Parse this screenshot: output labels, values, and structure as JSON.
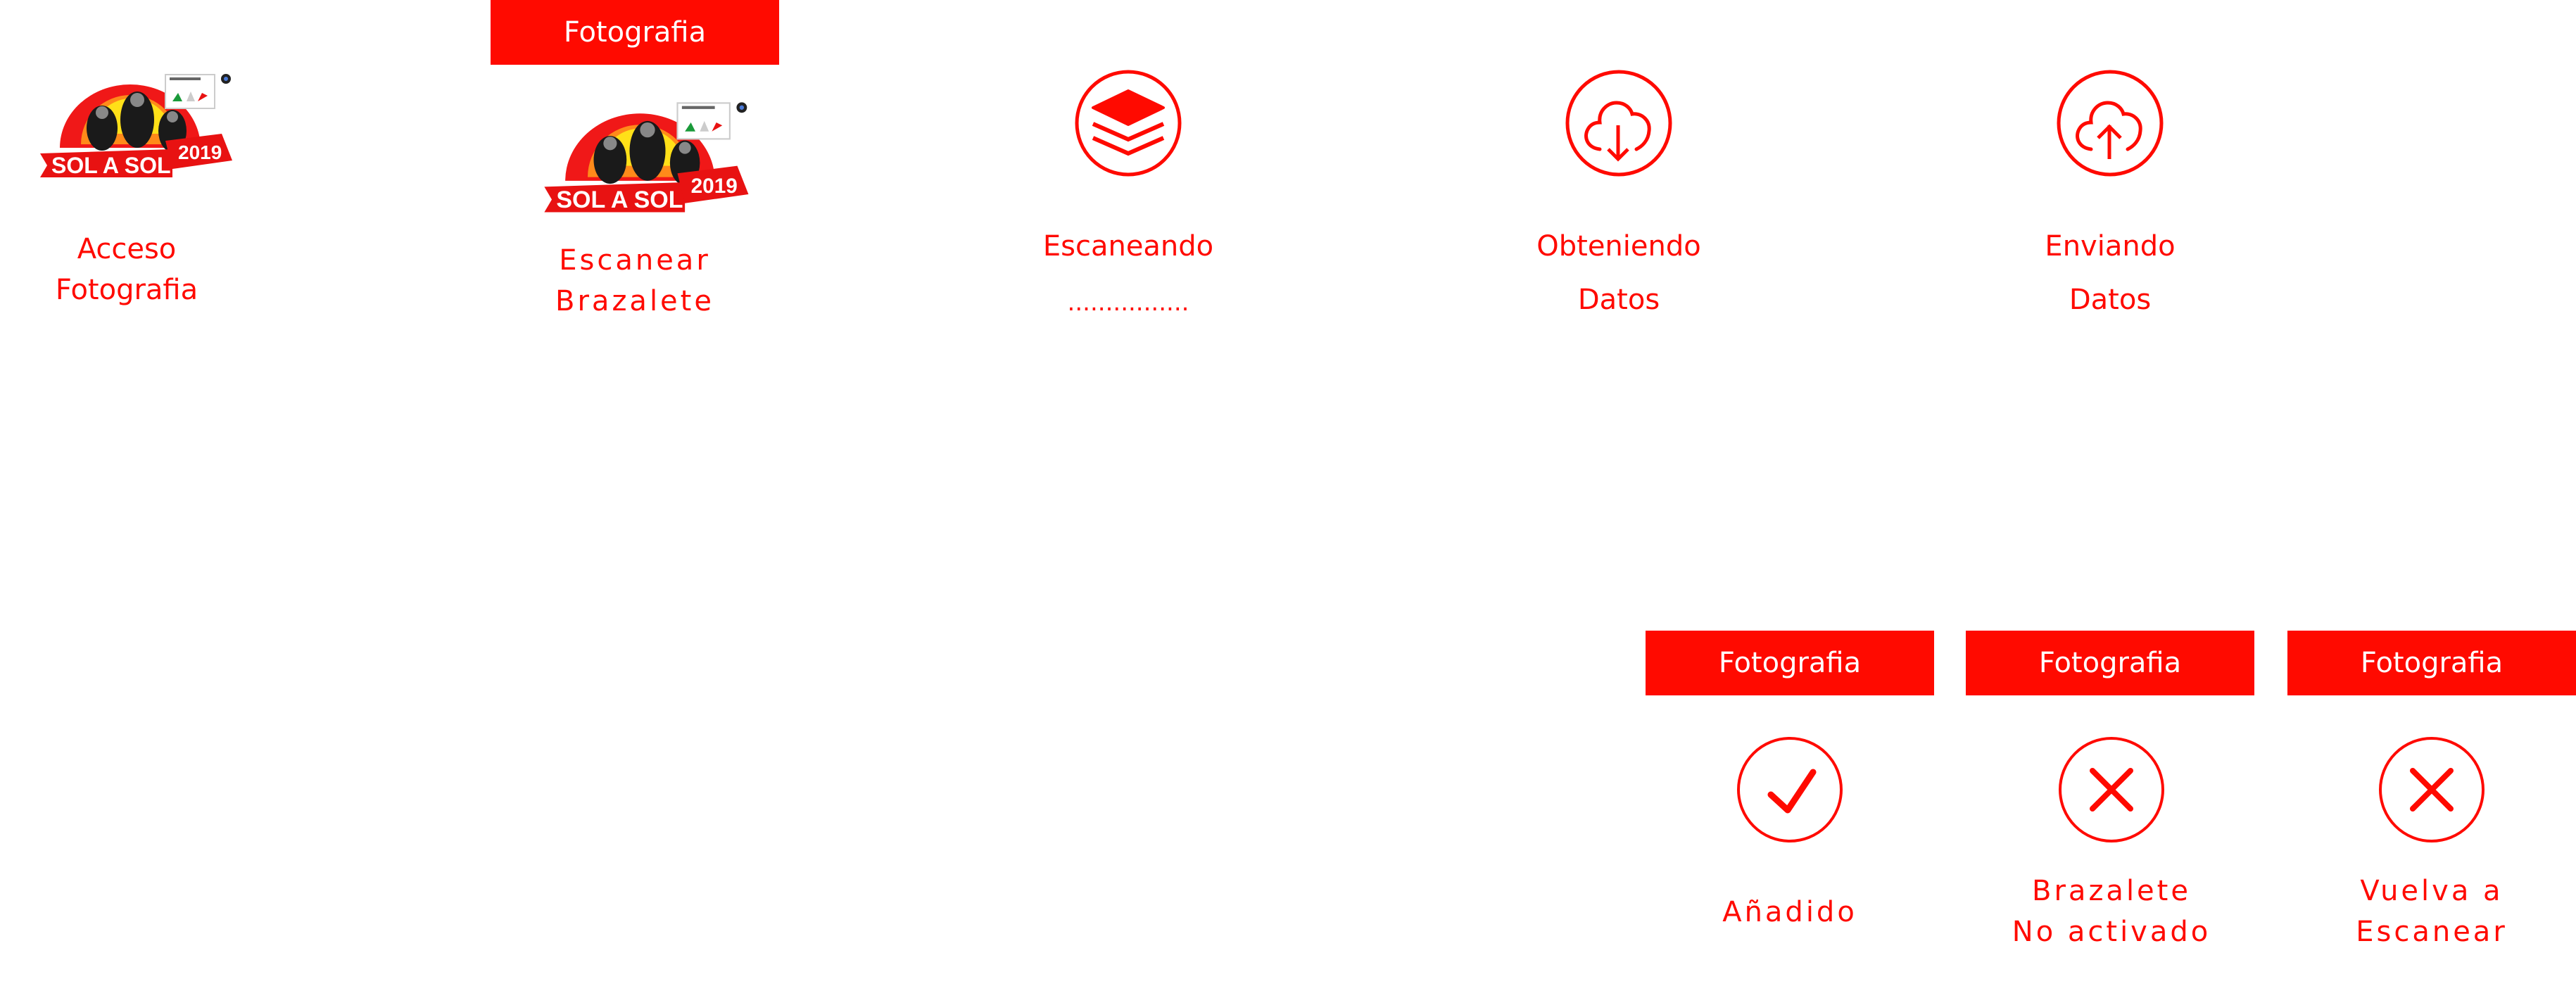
{
  "colors": {
    "accent": "#ff0a00",
    "background": "#ffffff",
    "header_text": "#ffffff"
  },
  "screens": [
    {
      "id": "acceso",
      "header": null,
      "icon": "sol-a-sol-2019-logo",
      "logo_text": {
        "title": "SOL A SOL",
        "year": "2019"
      },
      "lines": [
        "Acceso",
        "Fotografia"
      ]
    },
    {
      "id": "escanear",
      "header": "Fotografia",
      "icon": "sol-a-sol-2019-logo",
      "logo_text": {
        "title": "SOL A SOL",
        "year": "2019"
      },
      "lines": [
        "Escanear",
        "Brazalete"
      ]
    },
    {
      "id": "escaneando",
      "header": null,
      "icon": "layers-icon",
      "lines": [
        "Escaneando",
        "................"
      ]
    },
    {
      "id": "obteniendo",
      "header": null,
      "icon": "cloud-download-icon",
      "lines": [
        "Obteniendo",
        "Datos"
      ]
    },
    {
      "id": "enviando",
      "header": null,
      "icon": "cloud-upload-icon",
      "lines": [
        "Enviando",
        "Datos"
      ]
    },
    {
      "id": "anadido",
      "header": "Fotografia",
      "icon": "check-circle-icon",
      "lines": [
        "Añadido"
      ]
    },
    {
      "id": "no-activado",
      "header": "Fotografia",
      "icon": "x-circle-icon",
      "lines": [
        "Brazalete",
        "No activado"
      ]
    },
    {
      "id": "vuelva",
      "header": "Fotografia",
      "icon": "x-circle-icon",
      "lines": [
        "Vuelva a",
        "Escanear"
      ]
    }
  ]
}
